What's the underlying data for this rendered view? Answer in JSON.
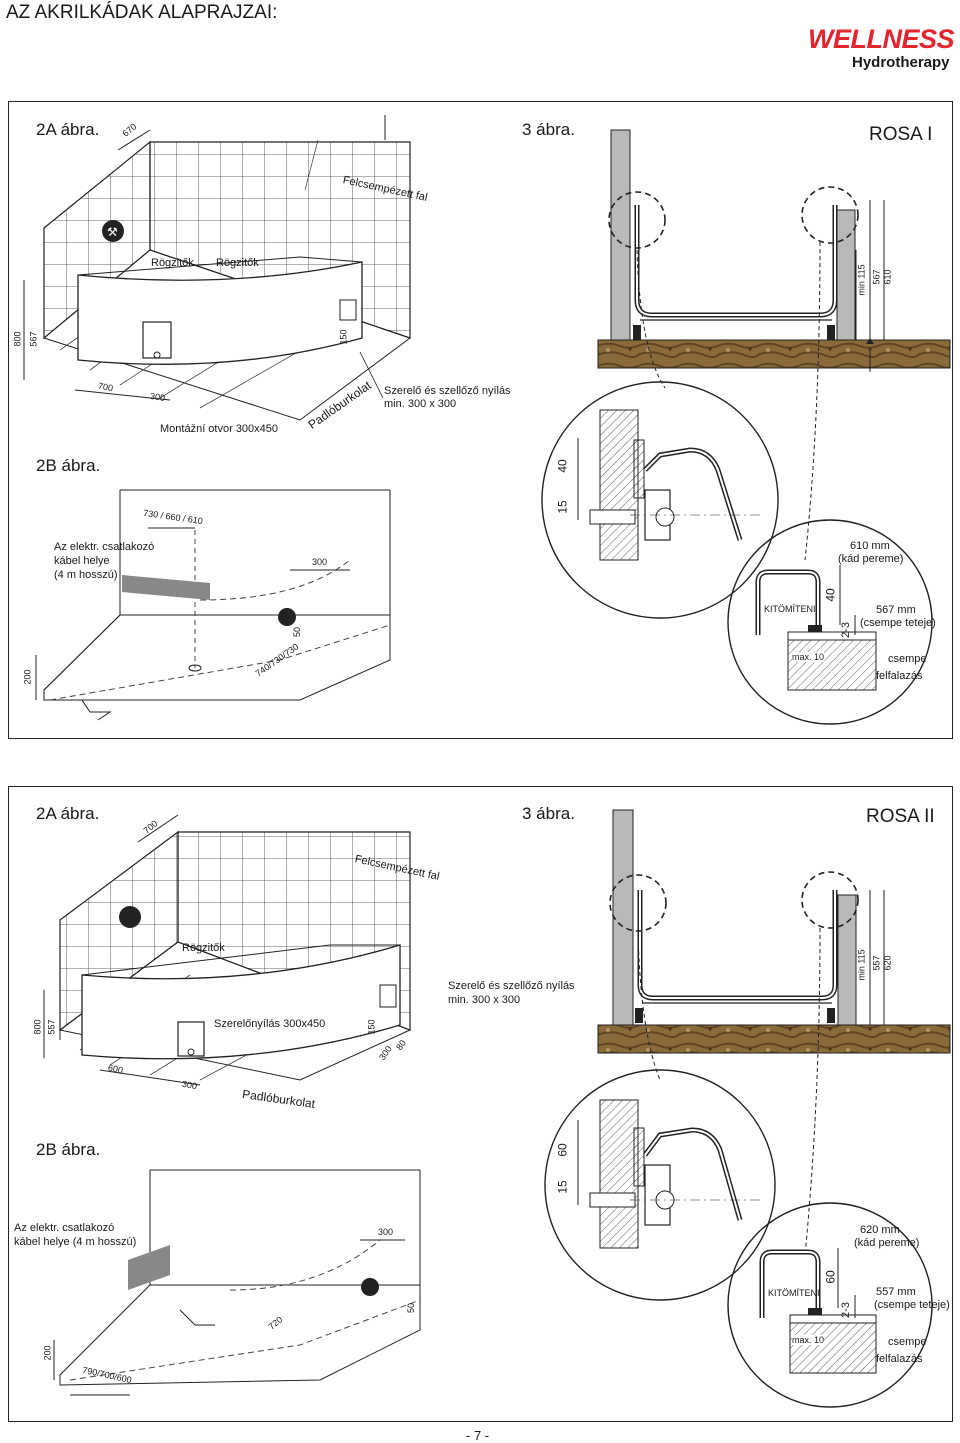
{
  "header": {
    "title": "AZ AKRILKÁDAK ALAPRAJZAI:",
    "logo_main": "WELLNESS",
    "logo_sub": "Hydrotherapy",
    "brand_color": "#e3262e"
  },
  "rosa1": {
    "name": "ROSA I",
    "fig2a": "2A ábra.",
    "fig2b": "2B ábra.",
    "fig3": "3 ábra.",
    "tiled_wall": "Felcsempézett fal",
    "anchors_1": "Rögzitők",
    "anchors_2": "Rögzitők",
    "vent_1": "Szerelő és szellőző nyílás",
    "vent_2": "min. 300 x 300",
    "floor_tiling": "Padlóburkolat",
    "mount_hole": "Montážní otvor 300x450",
    "dim_670": "670",
    "dim_800": "800",
    "dim_567": "567",
    "dim_150": "150",
    "dim_700": "700",
    "dim_300a": "300",
    "cable_1": "Az elektr. csatlakozó",
    "cable_2": "kábel helye",
    "cable_3": "(4 m hosszú)",
    "dim_730": "730 / 660 / 610",
    "dim_300b": "300",
    "dim_50": "50",
    "dim_740": "740/730/730",
    "dim_200": "200",
    "dim_min115": "min 115",
    "dim_567b": "567",
    "dim_610": "610",
    "dim_15": "15",
    "dim_40": "40",
    "rim_1": "610 mm",
    "rim_2": "(kád pereme)",
    "fill_label": "KITÖMÍTENI",
    "dim_40b": "40",
    "dim_23": "2-3",
    "tile_top_1": "567 mm",
    "tile_top_2": "(csempe teteje)",
    "max10": "max. 10",
    "tile": "csempe",
    "masonry": "felfalazás"
  },
  "rosa2": {
    "name": "ROSA II",
    "fig2a": "2A ábra.",
    "fig2b": "2B ábra.",
    "fig3": "3 ábra.",
    "tiled_wall": "Felcsempézett fal",
    "anchors": "Rögzitők",
    "vent_1": "Szerelő és szellőző nyílás",
    "vent_2": "min. 300 x 300",
    "mount_hole": "Szerelőnyílás 300x450",
    "floor_tiling": "Padlóburkolat",
    "dim_700": "700",
    "dim_800": "800",
    "dim_557": "557",
    "dim_150": "150",
    "dim_300_80a": "300",
    "dim_300_80b": "80",
    "dim_600": "600",
    "dim_300a": "300",
    "cable_1": "Az elektr. csatlakozó",
    "cable_2": "kábel helye (4 m hosszú)",
    "dim_300b": "300",
    "dim_720": "720",
    "dim_50": "50",
    "dim_200": "200",
    "dim_790": "790/700/600",
    "dim_min115": "min 115",
    "dim_557b": "557",
    "dim_620": "620",
    "dim_15": "15",
    "dim_60": "60",
    "rim_1": "620 mm",
    "rim_2": "(kád pereme)",
    "fill_label": "KITÖMÍTENI",
    "dim_60b": "60",
    "dim_23": "2-3",
    "tile_top_1": "557 mm",
    "tile_top_2": "(csempe teteje)",
    "max10": "max. 10",
    "tile": "csempe",
    "masonry": "felfalazás"
  },
  "footer": {
    "page": "- 7 -"
  }
}
